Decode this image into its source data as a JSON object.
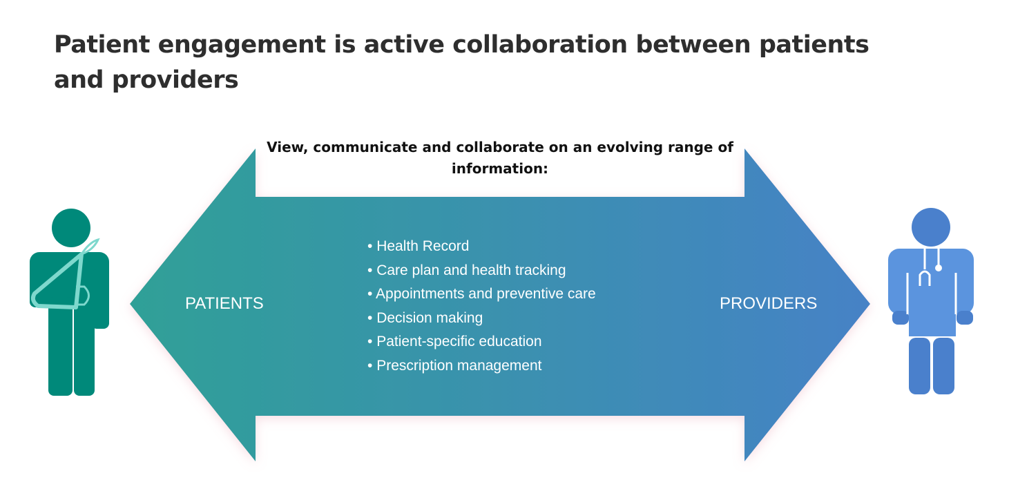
{
  "title": "Patient engagement is active collaboration between patients and providers",
  "subtitle": "View, communicate and collaborate on an evolving range of information:",
  "left_label": "PATIENTS",
  "right_label": "PROVIDERS",
  "items": [
    "Health Record",
    "Care plan and health tracking",
    "Appointments and preventive care",
    "Decision making",
    "Patient-specific education",
    "Prescription management"
  ],
  "colors": {
    "gradient_start": "#2fa097",
    "gradient_end": "#4682c6",
    "patient": "#00897a",
    "sling": "#7ed8cd",
    "provider": "#5b94de",
    "provider_dark": "#4a80cc"
  }
}
